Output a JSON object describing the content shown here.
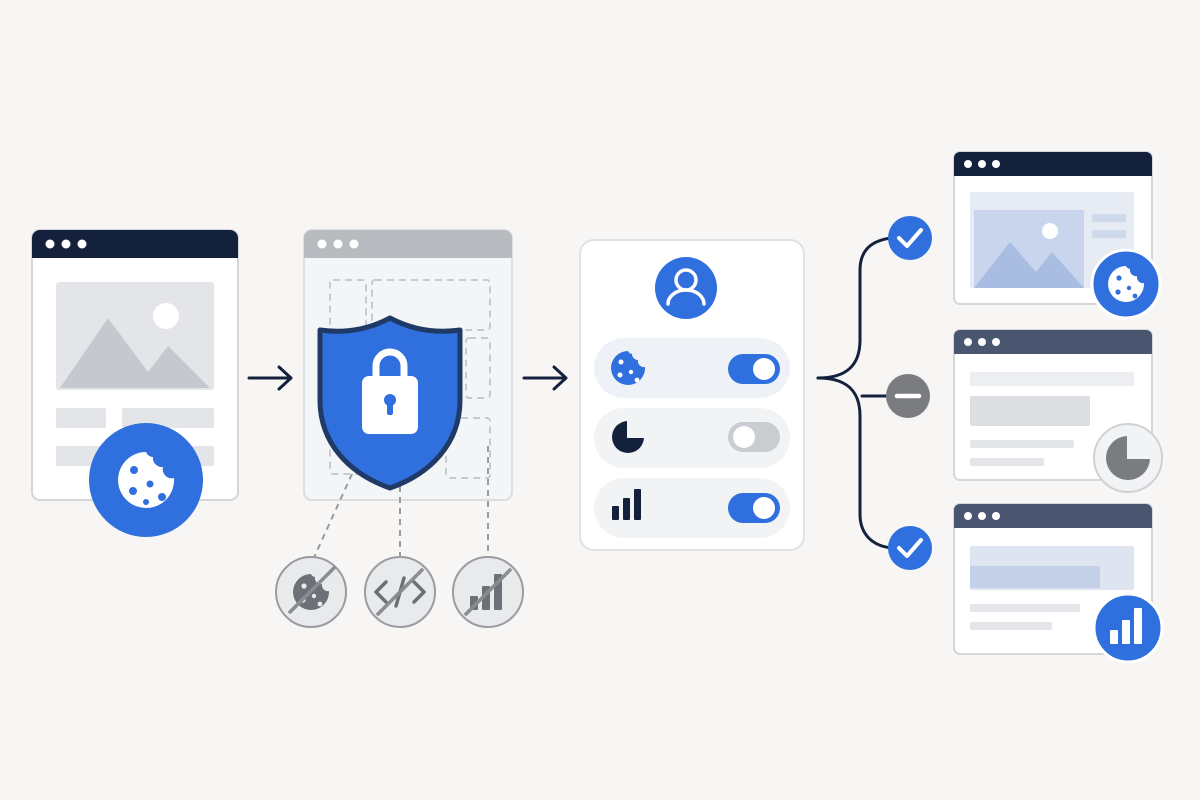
{
  "colors": {
    "background": "#f7f6f4",
    "navy": "#14213d",
    "accent_blue": "#2f6fde",
    "light_blue": "#bccbea",
    "gray": "#8a8c91",
    "light_gray": "#dcdee2",
    "panel_fill": "#ffffff",
    "toggle_off": "#c9ccd1"
  },
  "stages": [
    {
      "id": "website",
      "icons": [
        "window-dots-icon",
        "image-placeholder-icon",
        "cookie-icon"
      ]
    },
    {
      "id": "consent-block",
      "icons": [
        "shield-icon",
        "lock-icon"
      ],
      "blocked_items": [
        "cookie-icon",
        "code-icon",
        "bar-chart-icon"
      ]
    },
    {
      "id": "preferences",
      "icons": [
        "user-avatar-icon"
      ],
      "toggles": [
        {
          "icon": "cookie-icon",
          "state": "on"
        },
        {
          "icon": "pie-chart-icon",
          "state": "off"
        },
        {
          "icon": "bar-chart-icon",
          "state": "on"
        }
      ]
    },
    {
      "id": "outcomes",
      "branches": [
        {
          "status": "allowed",
          "status_icon": "check-icon",
          "badge_icon": "cookie-icon"
        },
        {
          "status": "blocked",
          "status_icon": "minus-icon",
          "badge_icon": "pie-chart-icon"
        },
        {
          "status": "allowed",
          "status_icon": "check-icon",
          "badge_icon": "bar-chart-icon"
        }
      ]
    }
  ]
}
